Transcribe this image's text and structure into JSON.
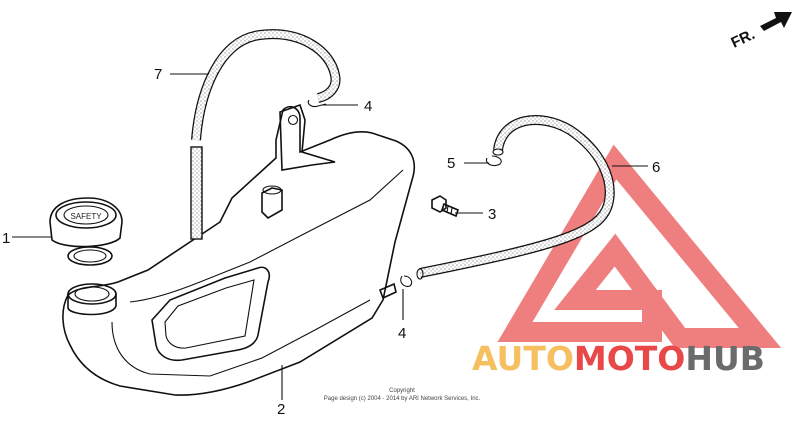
{
  "callouts": [
    {
      "id": "1",
      "label": "1"
    },
    {
      "id": "2",
      "label": "2"
    },
    {
      "id": "3",
      "label": "3"
    },
    {
      "id": "4a",
      "label": "4"
    },
    {
      "id": "4b",
      "label": "4"
    },
    {
      "id": "5",
      "label": "5"
    },
    {
      "id": "6",
      "label": "6"
    },
    {
      "id": "7",
      "label": "7"
    }
  ],
  "cap_text": "SAFETY",
  "direction_label": "FR.",
  "copyright": {
    "line1": "Copyright",
    "line2": "Page design (c) 2004 - 2014 by ARI Network Services, Inc."
  },
  "watermark": {
    "part1": "AUTO",
    "part2": "MOTO",
    "part3": "HUB",
    "color_light": "#f6c060",
    "color_red": "#e84848",
    "color_gray": "#6b6b6b"
  }
}
